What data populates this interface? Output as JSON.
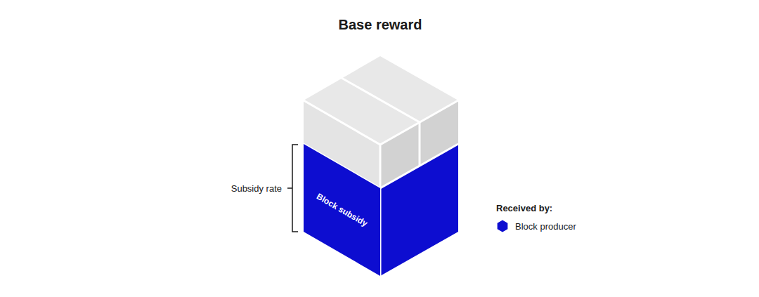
{
  "diagram": {
    "title": "Base reward",
    "nodes": [
      {
        "text": [
          "Block subsidy"
        ]
      }
    ],
    "labels": [
      "Subsidy rate",
      "Received by:"
    ],
    "legend": [
      {
        "text": "Block producer",
        "color": "#0d0dd0"
      }
    ]
  }
}
